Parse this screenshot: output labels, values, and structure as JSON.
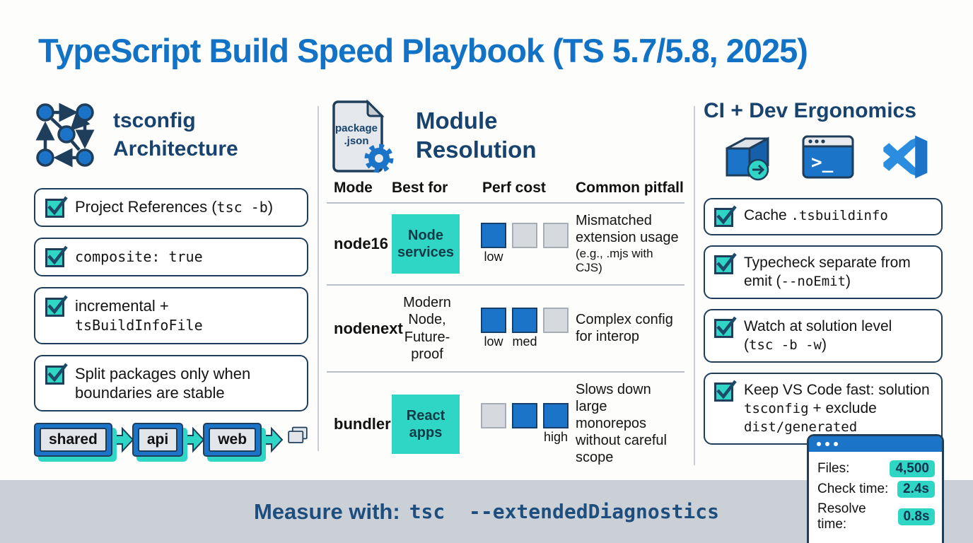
{
  "title": "TypeScript Build Speed Playbook (TS 5.7/5.8, 2025)",
  "colors": {
    "title_blue": "#1273c6",
    "navy": "#1e3e5c",
    "heading_navy": "#17436e",
    "teal": "#2fd6c6",
    "accent_blue": "#1b74c8",
    "footer_bar": "#cbd0d7",
    "square_off": "#d6dade"
  },
  "left": {
    "heading": "tsconfig Architecture",
    "items": [
      {
        "segments": [
          {
            "t": "text",
            "v": "Project References ("
          },
          {
            "t": "code",
            "v": "tsc -b"
          },
          {
            "t": "text",
            "v": ")"
          }
        ]
      },
      {
        "segments": [
          {
            "t": "code",
            "v": "composite: true"
          }
        ]
      },
      {
        "segments": [
          {
            "t": "text",
            "v": "incremental + "
          },
          {
            "t": "code",
            "v": "tsBuildInfoFile"
          }
        ]
      },
      {
        "segments": [
          {
            "t": "text",
            "v": "Split packages only when boundaries are stable"
          }
        ]
      }
    ],
    "pipeline": [
      "shared",
      "api",
      "web"
    ]
  },
  "middle": {
    "heading": "Module Resolution",
    "file_icon_lines": [
      "package",
      ".json"
    ],
    "table": {
      "headers": [
        "Mode",
        "Best for",
        "Perf cost",
        "Common pitfall"
      ],
      "rows": [
        {
          "mode": "node16",
          "best_for": "Node services",
          "best_for_highlight": true,
          "perf_squares": [
            1,
            0,
            0
          ],
          "perf_labels": [
            "low",
            "",
            ""
          ],
          "pitfall": "Mismatched extension usage",
          "pitfall_note": "(e.g., .mjs with CJS)"
        },
        {
          "mode": "nodenext",
          "best_for": "Modern Node, Future-proof",
          "best_for_highlight": false,
          "perf_squares": [
            1,
            1,
            0
          ],
          "perf_labels": [
            "low",
            "med",
            ""
          ],
          "pitfall": "Complex config for interop",
          "pitfall_note": ""
        },
        {
          "mode": "bundler",
          "best_for": "React apps",
          "best_for_highlight": true,
          "perf_squares": [
            0,
            1,
            1
          ],
          "perf_labels": [
            "",
            "",
            "high"
          ],
          "pitfall": "Slows down large monorepos without careful scope",
          "pitfall_note": ""
        }
      ]
    }
  },
  "right": {
    "heading": "CI + Dev Ergonomics",
    "terminal_prompt": ">_",
    "items": [
      {
        "segments": [
          {
            "t": "text",
            "v": "Cache "
          },
          {
            "t": "code",
            "v": ".tsbuildinfo"
          }
        ]
      },
      {
        "segments": [
          {
            "t": "text",
            "v": "Typecheck separate from emit ("
          },
          {
            "t": "code",
            "v": "--noEmit"
          },
          {
            "t": "text",
            "v": ")"
          }
        ]
      },
      {
        "segments": [
          {
            "t": "text",
            "v": "Watch at solution level ("
          },
          {
            "t": "code",
            "v": "tsc -b -w"
          },
          {
            "t": "text",
            "v": ")"
          }
        ]
      },
      {
        "segments": [
          {
            "t": "text",
            "v": "Keep VS Code fast: solution "
          },
          {
            "t": "code",
            "v": "tsconfig"
          },
          {
            "t": "text",
            "v": " + exclude "
          },
          {
            "t": "code",
            "v": "dist/generated"
          }
        ]
      }
    ]
  },
  "footer": {
    "label": "Measure with:",
    "command": "tsc  --extendedDiagnostics"
  },
  "stats": {
    "rows": [
      {
        "label": "Files:",
        "value": "4,500"
      },
      {
        "label": "Check time:",
        "value": "2.4s"
      },
      {
        "label": "Resolve time:",
        "value": "0.8s"
      }
    ]
  }
}
